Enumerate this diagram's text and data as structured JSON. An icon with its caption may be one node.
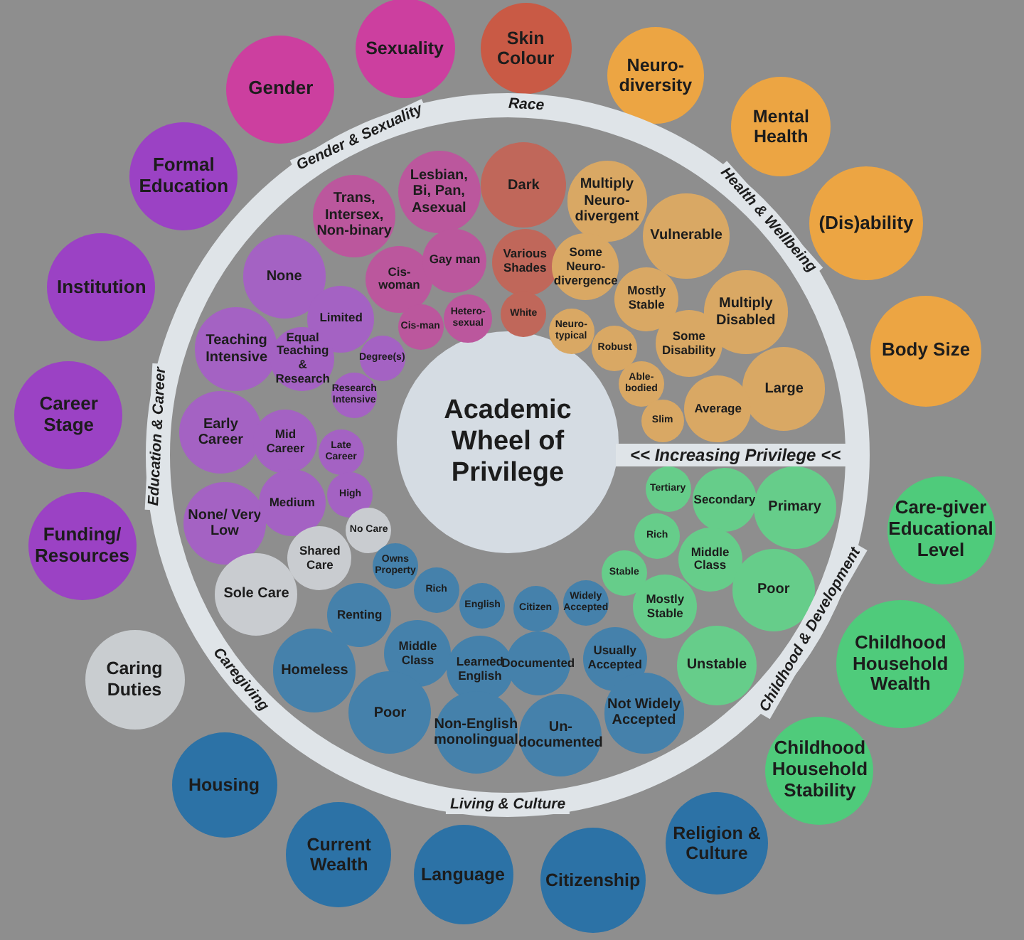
{
  "diagram": {
    "nodes": [
      {
        "text": [
          "Skin Colour"
        ]
      },
      {
        "text": [
          "Neuro-diversity"
        ]
      },
      {
        "text": [
          "Mental Health"
        ]
      },
      {
        "text": [
          "(Dis)ability"
        ]
      },
      {
        "text": [
          "Body Size"
        ]
      },
      {
        "text": [
          "Care-giver Educational Level"
        ]
      },
      {
        "text": [
          "Childhood Household Wealth"
        ]
      },
      {
        "text": [
          "Childhood Household Stability"
        ]
      },
      {
        "text": [
          "Religion & Culture"
        ]
      },
      {
        "text": [
          "Citizenship"
        ]
      },
      {
        "text": [
          "Language"
        ]
      },
      {
        "text": [
          "Current Wealth"
        ]
      },
      {
        "text": [
          "Housing"
        ]
      },
      {
        "text": [
          "Caring Duties"
        ]
      },
      {
        "text": [
          "Funding/ Resources"
        ]
      },
      {
        "text": [
          "Career Stage"
        ]
      },
      {
        "text": [
          "Institution"
        ]
      },
      {
        "text": [
          "Formal Education"
        ]
      },
      {
        "text": [
          "Gender"
        ]
      },
      {
        "text": [
          "Sexuality"
        ]
      },
      {
        "text": [
          "Academic Wheel of Privilege"
        ]
      },
      {
        "text": [
          "Dark"
        ]
      },
      {
        "text": [
          "Various Shades"
        ]
      },
      {
        "text": [
          "White"
        ]
      },
      {
        "text": [
          "Trans, Intersex, Non-binary"
        ]
      },
      {
        "text": [
          "Lesbian, Bi, Pan, Asexual"
        ]
      },
      {
        "text": [
          "Cis-woman"
        ]
      },
      {
        "text": [
          "Gay man"
        ]
      },
      {
        "text": [
          "Cis-man"
        ]
      },
      {
        "text": [
          "Hetero-sexual"
        ]
      },
      {
        "text": [
          "Multiply Neuro-divergent"
        ]
      },
      {
        "text": [
          "Vulnerable"
        ]
      },
      {
        "text": [
          "Some Neuro-divergence"
        ]
      },
      {
        "text": [
          "Mostly Stable"
        ]
      },
      {
        "text": [
          "Multiply Disabled"
        ]
      },
      {
        "text": [
          "Neuro-typical"
        ]
      },
      {
        "text": [
          "Robust"
        ]
      },
      {
        "text": [
          "Some Disability"
        ]
      },
      {
        "text": [
          "Able-bodied"
        ]
      },
      {
        "text": [
          "Large"
        ]
      },
      {
        "text": [
          "Average"
        ]
      },
      {
        "text": [
          "Slim"
        ]
      },
      {
        "text": [
          "None"
        ]
      },
      {
        "text": [
          "Limited"
        ]
      },
      {
        "text": [
          "Teaching Intensive"
        ]
      },
      {
        "text": [
          "Equal Teaching & Research"
        ]
      },
      {
        "text": [
          "Degree(s)"
        ]
      },
      {
        "text": [
          "Research Intensive"
        ]
      },
      {
        "text": [
          "Early Career"
        ]
      },
      {
        "text": [
          "Mid Career"
        ]
      },
      {
        "text": [
          "Late Career"
        ]
      },
      {
        "text": [
          "None/ Very Low"
        ]
      },
      {
        "text": [
          "Medium"
        ]
      },
      {
        "text": [
          "High"
        ]
      },
      {
        "text": [
          "No Care"
        ]
      },
      {
        "text": [
          "Shared Care"
        ]
      },
      {
        "text": [
          "Sole Care"
        ]
      },
      {
        "text": [
          "Owns Property"
        ]
      },
      {
        "text": [
          "Rich"
        ]
      },
      {
        "text": [
          "English"
        ]
      },
      {
        "text": [
          "Citizen"
        ]
      },
      {
        "text": [
          "Widely Accepted"
        ]
      },
      {
        "text": [
          "Renting"
        ]
      },
      {
        "text": [
          "Middle Class"
        ]
      },
      {
        "text": [
          "Learned English"
        ]
      },
      {
        "text": [
          "Documented"
        ]
      },
      {
        "text": [
          "Usually Accepted"
        ]
      },
      {
        "text": [
          "Homeless"
        ]
      },
      {
        "text": [
          "Poor"
        ]
      },
      {
        "text": [
          "Non-English monolingual"
        ]
      },
      {
        "text": [
          "Un-documented"
        ]
      },
      {
        "text": [
          "Not Widely Accepted"
        ]
      },
      {
        "text": [
          "Tertiary"
        ]
      },
      {
        "text": [
          "Secondary"
        ]
      },
      {
        "text": [
          "Primary"
        ]
      },
      {
        "text": [
          "Rich"
        ]
      },
      {
        "text": [
          "Middle Class"
        ]
      },
      {
        "text": [
          "Stable"
        ]
      },
      {
        "text": [
          "Poor"
        ]
      },
      {
        "text": [
          "Mostly Stable"
        ]
      },
      {
        "text": [
          "Unstable"
        ]
      }
    ],
    "labels": [
      "Race",
      "Gender & Sexuality",
      "Health & Wellbeing",
      "<< Increasing Privilege <<",
      "Childhood & Development",
      "Living & Culture",
      "Caregiving",
      "Education & Career"
    ]
  }
}
